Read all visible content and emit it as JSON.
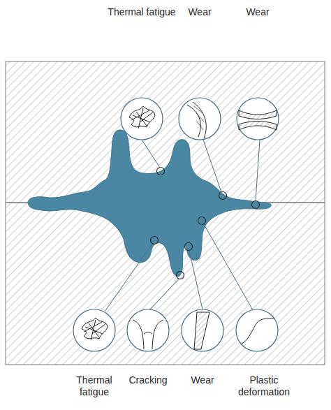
{
  "diagram": {
    "labels": [
      "Thermal fatigue",
      "Wear",
      "Wear",
      "Thermal fatigue",
      "Cracking",
      "Wear",
      "Plastic deformation"
    ]
  }
}
